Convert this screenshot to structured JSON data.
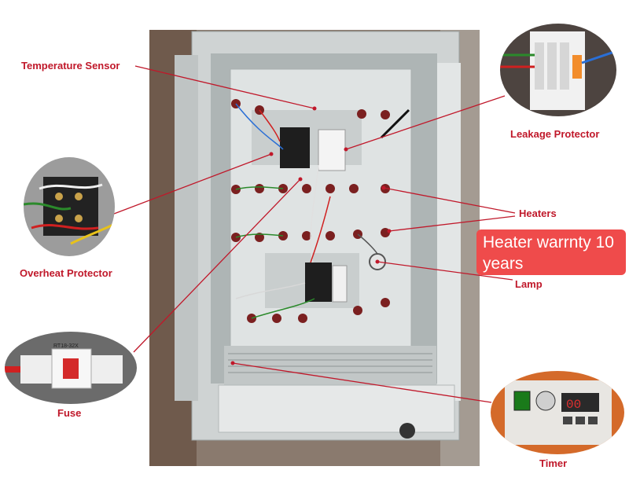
{
  "labels": {
    "temperature_sensor": "Temperature Sensor",
    "leakage_protector": "Leakage Protector",
    "heaters": "Heaters",
    "lamp": "Lamp",
    "overheat_protector": "Overheat Protector",
    "fuse": "Fuse",
    "timer": "Timer"
  },
  "promo_badge": "Heater warrnty 10 years",
  "component_markings": {
    "fuse_model": "RT18-32X",
    "timer_display": "00"
  },
  "colors": {
    "label_red": "#c0182a",
    "badge_red": "#ef4b4b",
    "cabinet_gray": "#d9dcdc"
  }
}
